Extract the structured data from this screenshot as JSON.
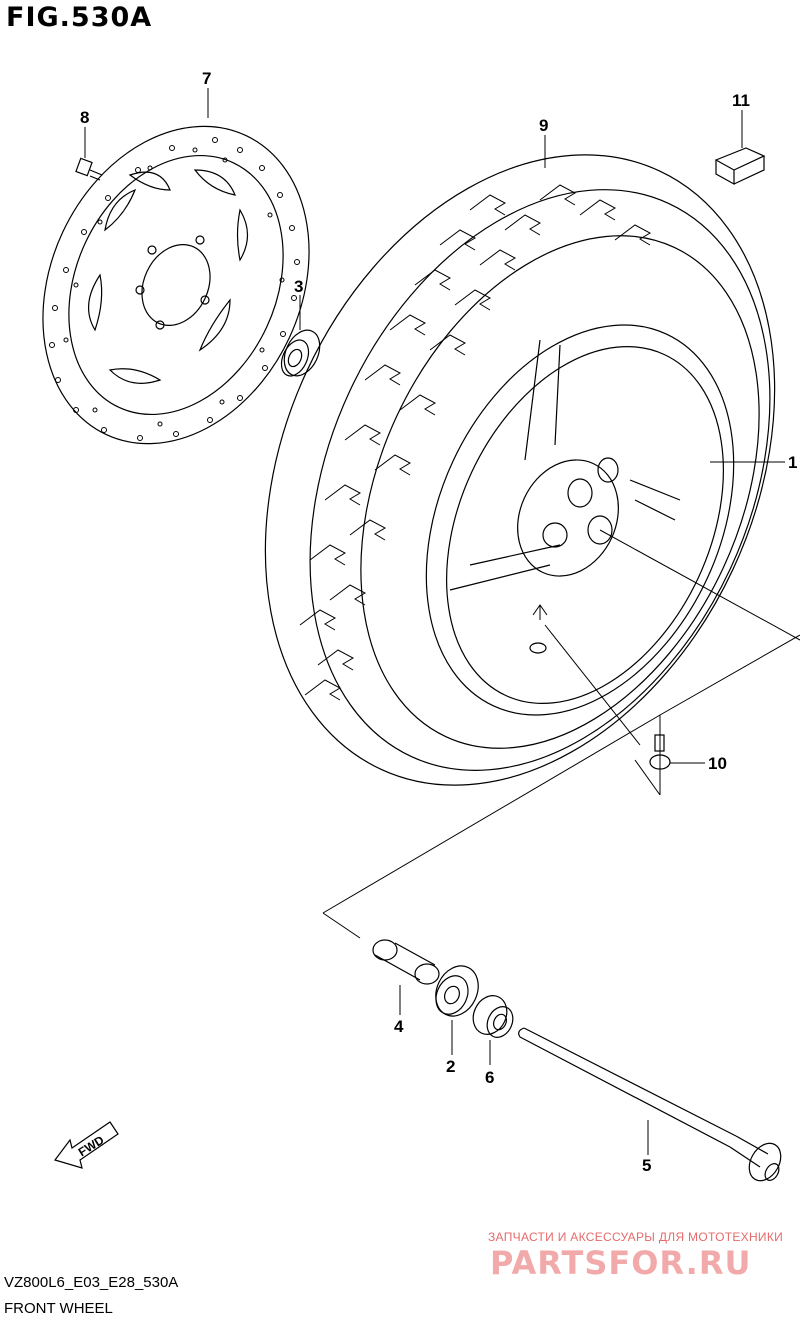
{
  "figure": {
    "title": "FIG.530A"
  },
  "callouts": [
    "1",
    "2",
    "3",
    "4",
    "5",
    "6",
    "7",
    "8",
    "9",
    "10",
    "11"
  ],
  "fwd_label": "FWD",
  "footer": {
    "model_code": "VZ800L6_E03_E28_530A",
    "section_name": "FRONT WHEEL"
  },
  "watermark": {
    "tagline": "ЗАПЧАСТИ И АКСЕССУАРЫ ДЛЯ МОТОТЕХНИКИ",
    "logo_text": "PARTSFOR.RU"
  },
  "colors": {
    "line": "#000000",
    "background": "#ffffff",
    "watermark_red": "#e56b6b"
  }
}
